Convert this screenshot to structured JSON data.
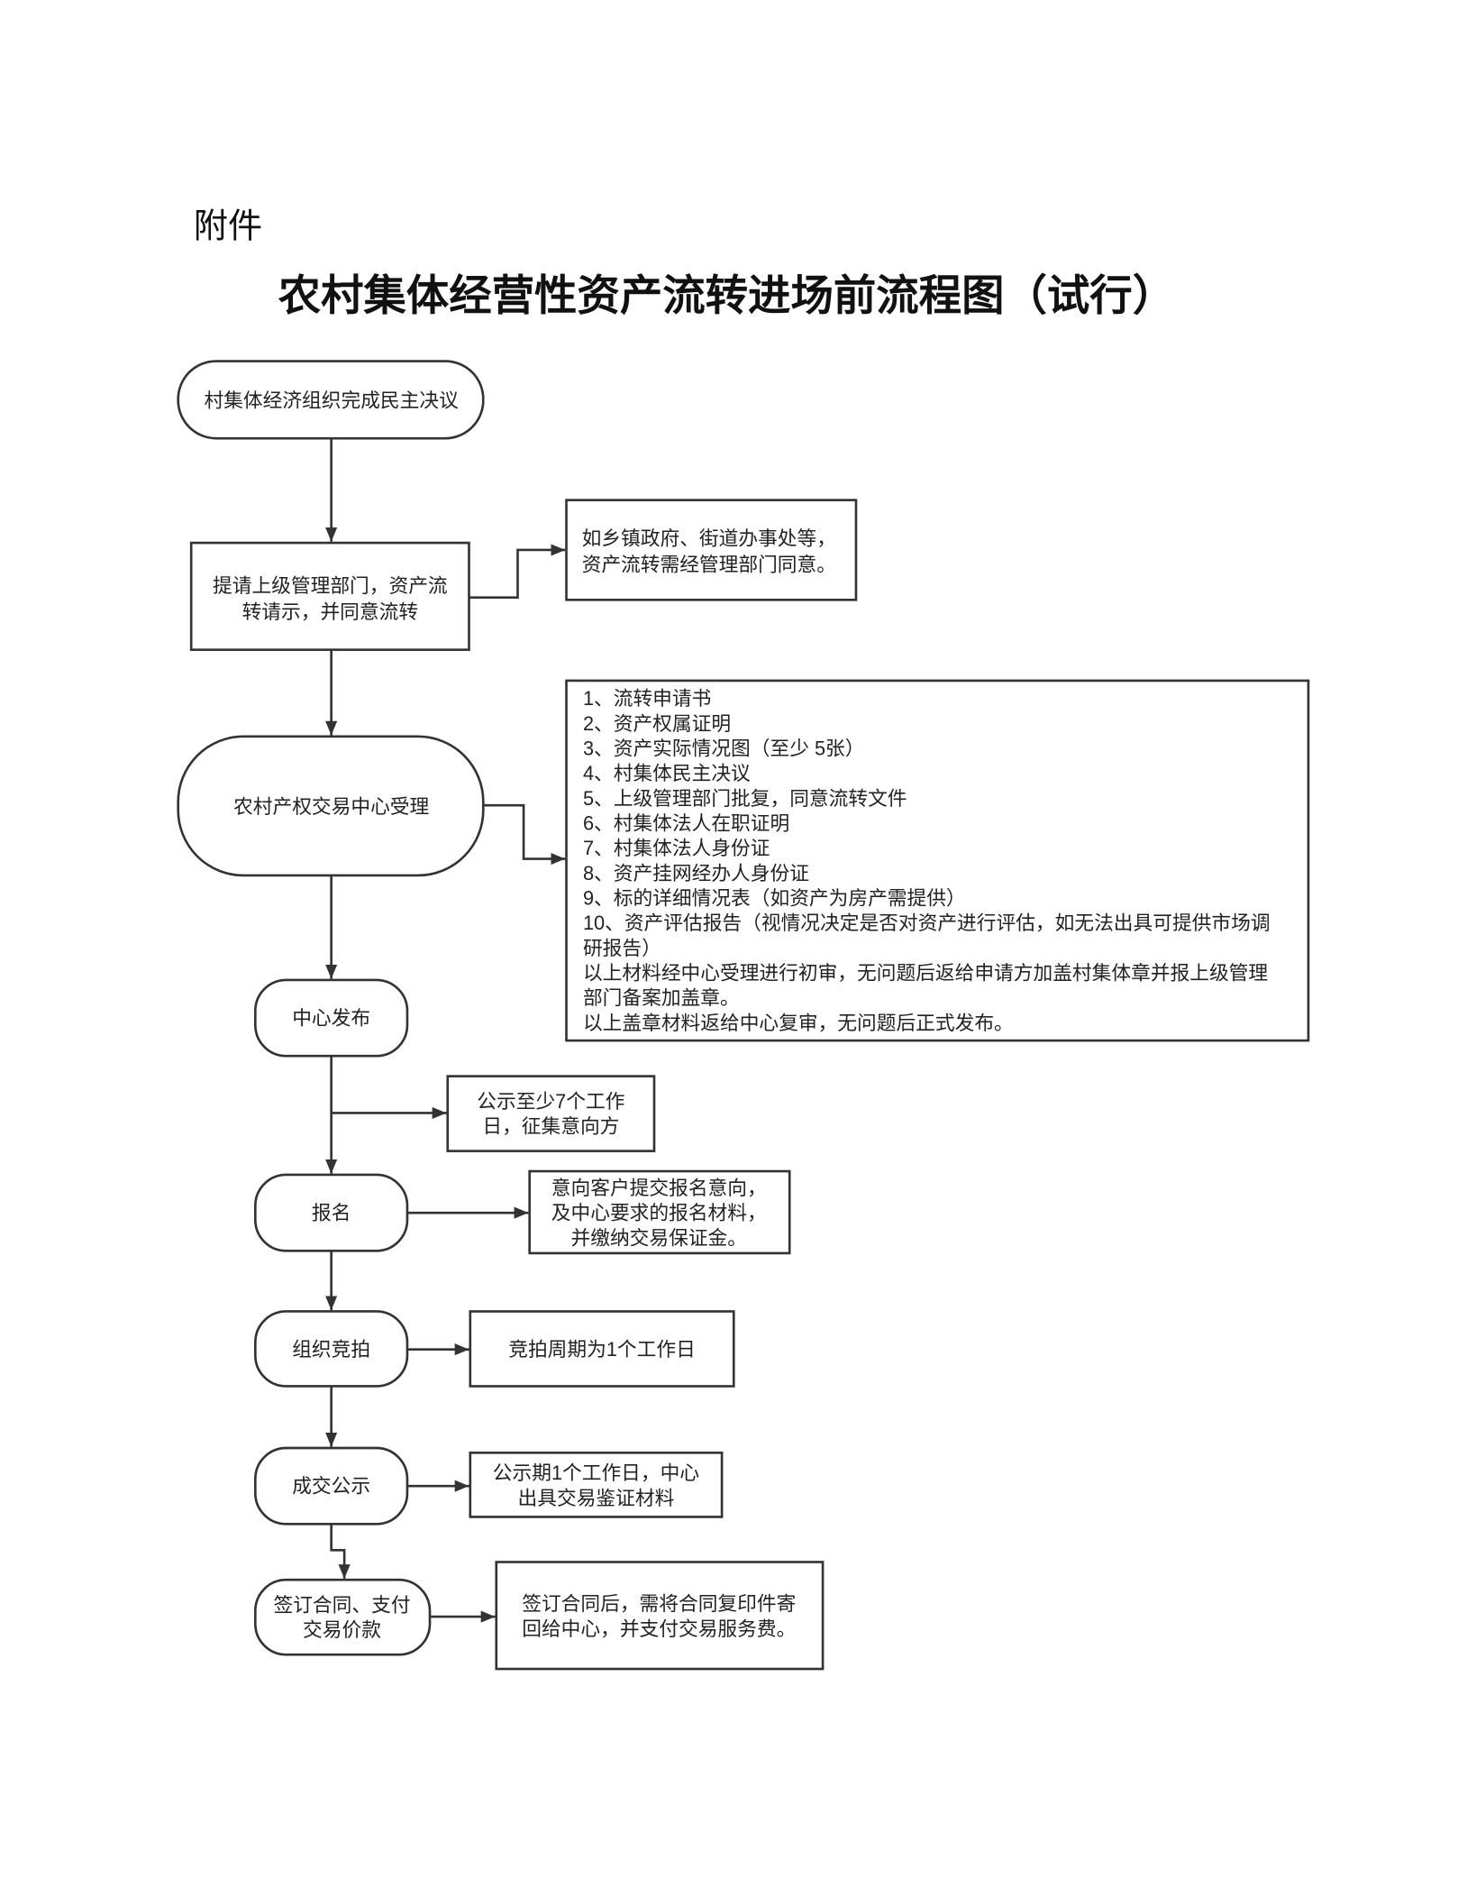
{
  "header": {
    "attachment_label": "附件",
    "title": "农村集体经营性资产流转进场前流程图（试行）"
  },
  "steps": {
    "village_resolution": {
      "lines": [
        "村集体经济组织完成民主决议"
      ]
    },
    "superior_approval": {
      "lines": [
        "提请上级管理部门，资产流",
        "转请示，并同意流转"
      ]
    },
    "center_acceptance": {
      "lines": [
        "农村产权交易中心受理"
      ]
    },
    "center_publish": {
      "lines": [
        "中心发布"
      ]
    },
    "registration": {
      "lines": [
        "报名"
      ]
    },
    "auction": {
      "lines": [
        "组织竞拍"
      ]
    },
    "deal_publicity": {
      "lines": [
        "成交公示"
      ]
    },
    "contract_payment": {
      "lines": [
        "签订合同、支付",
        "交易价款"
      ]
    }
  },
  "notes": {
    "superior_examples": {
      "lines": [
        "如乡镇政府、街道办事处等，",
        "资产流转需经管理部门同意。"
      ]
    },
    "materials": {
      "lines": [
        "1、流转申请书",
        "2、资产权属证明",
        "3、资产实际情况图（至少 5张）",
        "4、村集体民主决议",
        "5、上级管理部门批复，同意流转文件",
        "6、村集体法人在职证明",
        "7、村集体法人身份证",
        "8、资产挂网经办人身份证",
        "9、标的详细情况表（如资产为房产需提供）",
        "10、资产评估报告（视情况决定是否对资产进行评估，如无法出具可提供市场调",
        "研报告）",
        "以上材料经中心受理进行初审，无问题后返给申请方加盖村集体章并报上级管理",
        "部门备案加盖章。",
        "以上盖章材料返给中心复审，无问题后正式发布。"
      ]
    },
    "publicity_period": {
      "lines": [
        "公示至少7个工作",
        "日，征集意向方"
      ]
    },
    "registration_detail": {
      "lines": [
        "意向客户提交报名意向，",
        "及中心要求的报名材料，",
        "并缴纳交易保证金。"
      ]
    },
    "auction_period": {
      "lines": [
        "竞拍周期为1个工作日"
      ]
    },
    "deal_publicity_detail": {
      "lines": [
        "公示期1个工作日，中心",
        "出具交易鉴证材料"
      ]
    },
    "contract_detail": {
      "lines": [
        "签订合同后，需将合同复印件寄",
        "回给中心，并支付交易服务费。"
      ]
    }
  }
}
